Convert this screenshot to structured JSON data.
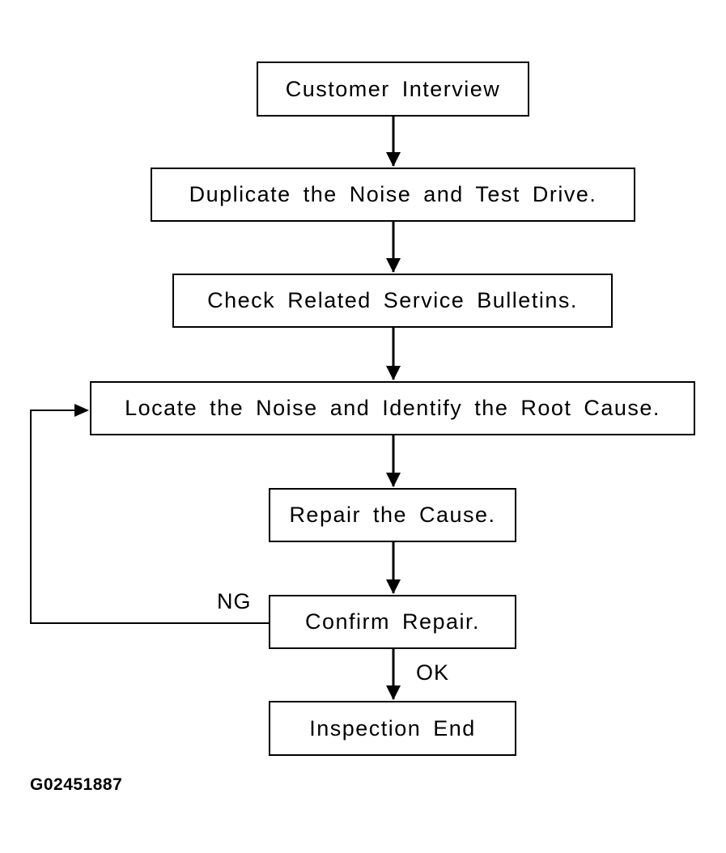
{
  "flowchart": {
    "steps": [
      "Customer Interview",
      "Duplicate the Noise and Test Drive.",
      "Check Related Service Bulletins.",
      "Locate the Noise and Identify the Root Cause.",
      "Repair the Cause.",
      "Confirm Repair.",
      "Inspection End"
    ],
    "branch_labels": {
      "ng": "NG",
      "ok": "OK"
    }
  },
  "figure_id": "G02451887",
  "colors": {
    "line": "#000000",
    "background": "#ffffff"
  }
}
